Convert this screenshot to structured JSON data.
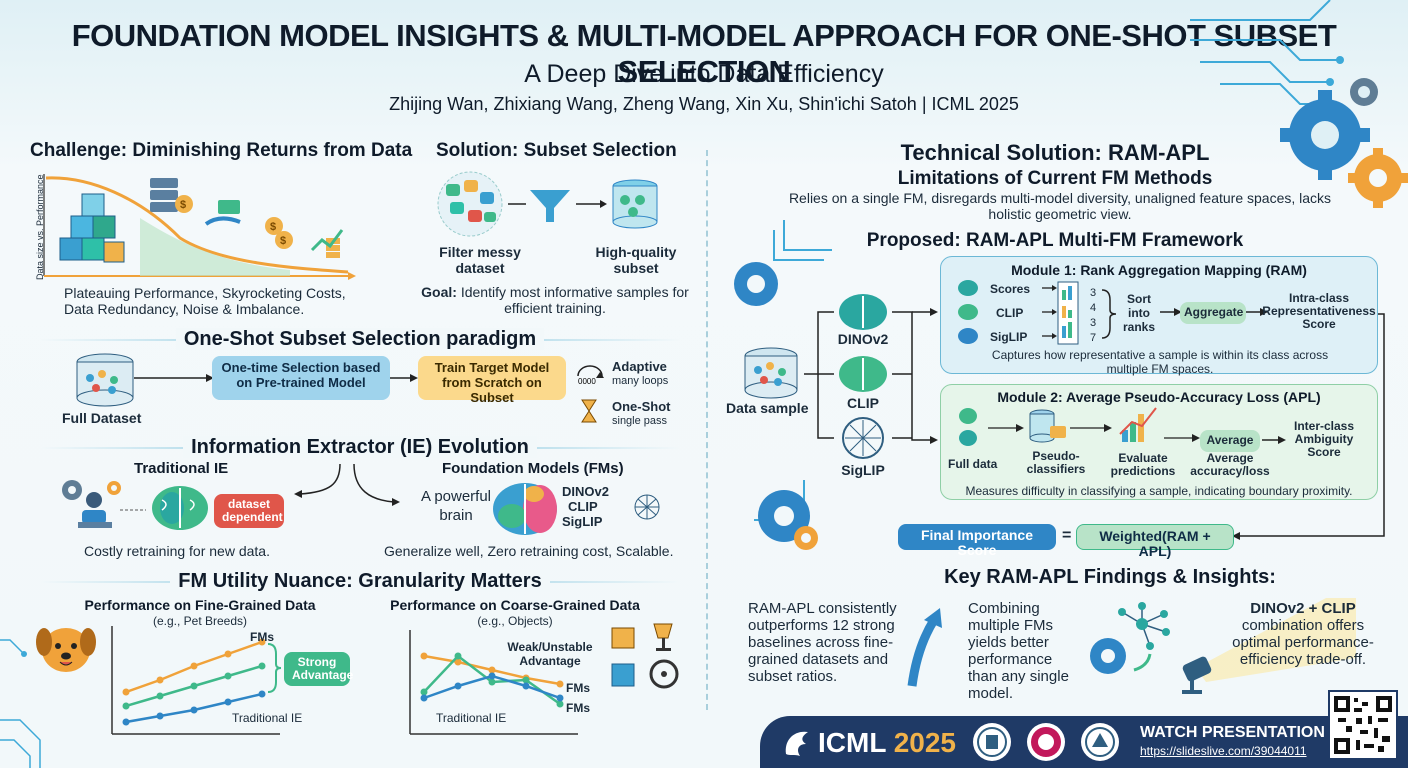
{
  "header": {
    "title": "FOUNDATION MODEL INSIGHTS & MULTI-MODEL APPROACH FOR ONE-SHOT SUBSET SELECTION",
    "subtitle": "A Deep Dive into Data Efficiency",
    "authors": "Zhijing Wan, Zhixiang Wang, Zheng Wang, Xin Xu, Shin'ichi Satoh | ICML 2025"
  },
  "challenge": {
    "title": "Challenge: Diminishing Returns from Data",
    "axis_label": "Data size vs. Performance",
    "text": "Plateauing Performance, Skyrocketing Costs, Data Redundancy, Noise & Imbalance."
  },
  "solution": {
    "title": "Solution: Subset Selection",
    "filter_label": "Filter messy dataset",
    "quality_label": "High-quality subset",
    "goal_label": "Goal:",
    "goal_text": "Identify most informative samples for efficient training."
  },
  "oneshot": {
    "title": "One-Shot Subset Selection paradigm",
    "full_dataset": "Full Dataset",
    "step1": "One-time Selection based on Pre-trained Model",
    "step2": "Train Target Model from Scratch on Subset",
    "adaptive": "Adaptive",
    "adaptive_sub": "many loops",
    "oneshot": "One-Shot",
    "oneshot_sub": "single pass"
  },
  "ie": {
    "title": "Information Extractor (IE) Evolution",
    "traditional": "Traditional IE",
    "dataset_dependent": "dataset dependent",
    "traditional_caption": "Costly retraining for new data.",
    "fms": "Foundation Models (FMs)",
    "powerful": "A powerful brain",
    "fm_list": [
      "DINOv2",
      "CLIP",
      "SigLIP"
    ],
    "fm_caption": "Generalize well, Zero retraining cost, Scalable."
  },
  "nuance": {
    "title": "FM Utility Nuance: Granularity Matters",
    "fine_title": "Performance on Fine-Grained Data",
    "fine_sub": "(e.g., Pet Breeds)",
    "coarse_title": "Performance on Coarse-Grained Data",
    "coarse_sub": "(e.g., Objects)",
    "fms_label": "FMs",
    "traditional_label": "Traditional IE",
    "strong": "Strong Advantage",
    "weak": "Weak/Unstable Advantage"
  },
  "ramapl": {
    "title": "Technical Solution: RAM-APL",
    "limits_title": "Limitations of Current FM Methods",
    "limits_text": "Relies on a single FM, disregards multi-model diversity, unaligned feature spaces, lacks holistic geometric view.",
    "proposed_title": "Proposed: RAM-APL Multi-FM Framework",
    "data_sample": "Data sample",
    "models": [
      "DINOv2",
      "CLIP",
      "SigLIP"
    ],
    "m1_title": "Module 1: Rank Aggregation Mapping (RAM)",
    "m1_inputs": [
      "Scores",
      "CLIP",
      "SigLIP"
    ],
    "m1_ranks": [
      "3",
      "4",
      "3",
      "7"
    ],
    "m1_sort": "Sort into ranks",
    "m1_aggregate": "Aggregate",
    "m1_output": "Intra-class Representativeness Score",
    "m1_caption": "Captures how representative a sample is within its class across multiple FM spaces.",
    "m2_title": "Module 2: Average Pseudo-Accuracy Loss (APL)",
    "m2_full": "Full data",
    "m2_pseudo": "Pseudo-classifiers",
    "m2_eval": "Evaluate predictions",
    "m2_average": "Average",
    "m2_avg_label": "Average accuracy/loss",
    "m2_output": "Inter-class Ambiguity Score",
    "m2_caption": "Measures difficulty in classifying a sample, indicating boundary proximity.",
    "final_label": "Final Importance Score",
    "equals": "=",
    "final_formula": "Weighted(RAM + APL)"
  },
  "findings": {
    "title": "Key RAM-APL Findings & Insights:",
    "f1": "RAM-APL consistently outperforms 12 strong baselines across fine-grained datasets and subset ratios.",
    "f2": "Combining multiple FMs yields better performance than any single model.",
    "f3_bold": "DINOv2 + CLIP",
    "f3": "combination offers optimal performance-efficiency trade-off."
  },
  "footer": {
    "conf": "ICML",
    "year": "2025",
    "watch": "WATCH PRESENTATION",
    "url": "https://slideslive.com/39044011"
  },
  "colors": {
    "accent_blue": "#2f86c6",
    "orange": "#f0a23a",
    "green": "#3fb98a",
    "teal": "#2aa7a0",
    "footer_bg": "#1f3a66"
  }
}
